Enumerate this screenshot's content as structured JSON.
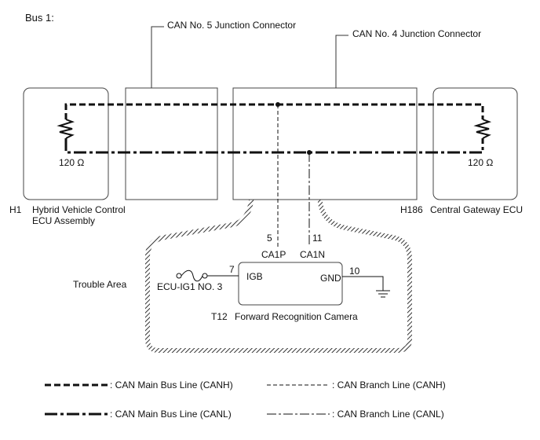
{
  "title": "Bus 1:",
  "connectors": {
    "can5": "CAN No. 5 Junction Connector",
    "can4": "CAN No. 4 Junction Connector"
  },
  "ecu_left": {
    "code": "H1",
    "name_line1": "Hybrid Vehicle Control",
    "name_line2": "ECU Assembly",
    "resistor": "120 Ω"
  },
  "ecu_right": {
    "code": "H186",
    "name": "Central Gateway ECU",
    "resistor": "120 Ω"
  },
  "camera": {
    "code": "T12",
    "name": "Forward Recognition Camera",
    "pins": {
      "canh_num": "5",
      "canh_name": "CA1P",
      "canl_num": "11",
      "canl_name": "CA1N",
      "igb_num": "7",
      "igb_name": "IGB",
      "gnd_num": "10",
      "gnd_name": "GND"
    },
    "fuse": "ECU-IG1 NO. 3"
  },
  "trouble_area": "Trouble Area",
  "legend": {
    "main_canh": ": CAN Main Bus Line (CANH)",
    "main_canl": ": CAN Main Bus Line (CANL)",
    "branch_canh": ": CAN Branch Line (CANH)",
    "branch_canl": ": CAN Branch Line (CANL)"
  }
}
